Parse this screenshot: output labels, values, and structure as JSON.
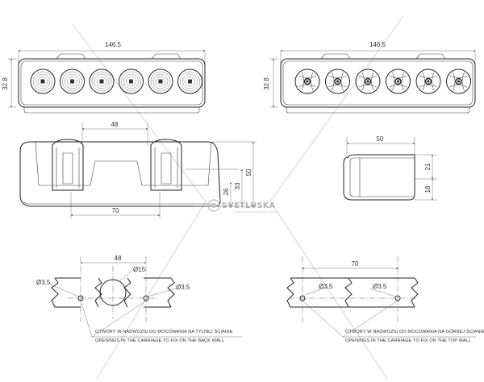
{
  "views": {
    "front_left": {
      "width": "146.5",
      "height": "32.8",
      "led_count": 6
    },
    "front_right": {
      "width": "146.5",
      "height": "32.8",
      "led_count": 6
    },
    "side": {
      "dims": [
        "48",
        "70",
        "26",
        "33",
        "50"
      ]
    },
    "end": {
      "dims": [
        "50",
        "21",
        "18"
      ]
    },
    "mount_back": {
      "dims": [
        "48",
        "Ø15",
        "Ø3.5",
        "Ø3.5"
      ],
      "note_pl": "OTWORY W NADWOZIU DO MOCOWANIA NA TYLNEJ ŚCIANIE",
      "note_en": "OPENINGS IN THE CARRIAGE TO FIX ON THE BACK WALL"
    },
    "mount_top": {
      "dims": [
        "70",
        "Ø3.5",
        "Ø3.5"
      ],
      "note_pl": "OTWORY W NADWOZIU DO MOCOWANIA NA GÓRNEJ ŚCIANIE",
      "note_en": "OPENINGS IN THE CARRIAGE TO FIX ON THE TOP WALL"
    }
  },
  "watermark": {
    "text": "SVETLUSKA",
    "sub": "osvětlení pro automobilový průmysl"
  }
}
